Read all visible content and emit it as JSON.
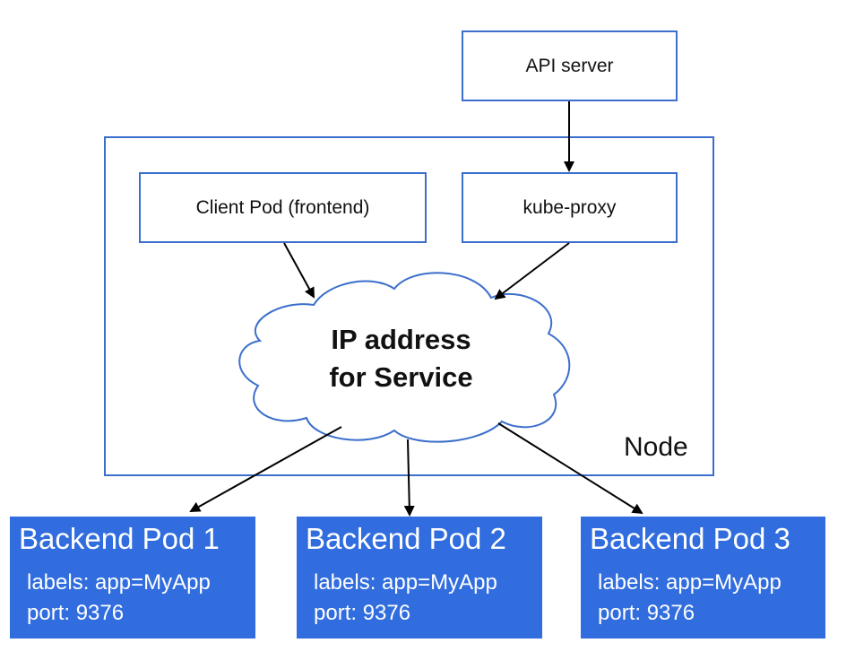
{
  "api_server": {
    "label": "API server"
  },
  "client_pod": {
    "label": "Client Pod (frontend)"
  },
  "kube_proxy": {
    "label": "kube-proxy"
  },
  "service": {
    "line1": "IP address",
    "line2": "for Service"
  },
  "node": {
    "label": "Node"
  },
  "backend_pods": [
    {
      "title": "Backend Pod 1",
      "labels": "labels: app=MyApp",
      "port": "port: 9376"
    },
    {
      "title": "Backend Pod 2",
      "labels": "labels: app=MyApp",
      "port": "port: 9376"
    },
    {
      "title": "Backend Pod 3",
      "labels": "labels: app=MyApp",
      "port": "port: 9376"
    }
  ],
  "colors": {
    "outline": "#3c6fcc",
    "backend_fill": "#316dde",
    "backend_text": "#ffffff"
  }
}
